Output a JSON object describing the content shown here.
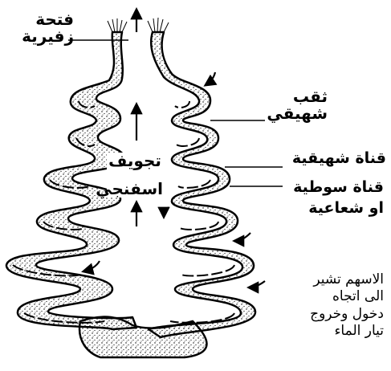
{
  "labels": {
    "osculum": [
      "فتحة",
      "زفيرية"
    ],
    "ostium": [
      "ثقب",
      "شهيقي"
    ],
    "spongocoel": [
      "تجويف",
      "اسفنجي"
    ],
    "incurrent_canal": "قناة شهيقية",
    "radial_canal": [
      "قناة سوطية",
      "او شعاعية"
    ],
    "arrows_note": [
      "الاسهم تشير",
      "الى اتجاه",
      "دخول وخروج",
      "تيار الماء"
    ]
  },
  "colors": {
    "ink": "#000000",
    "paper": "#ffffff"
  }
}
